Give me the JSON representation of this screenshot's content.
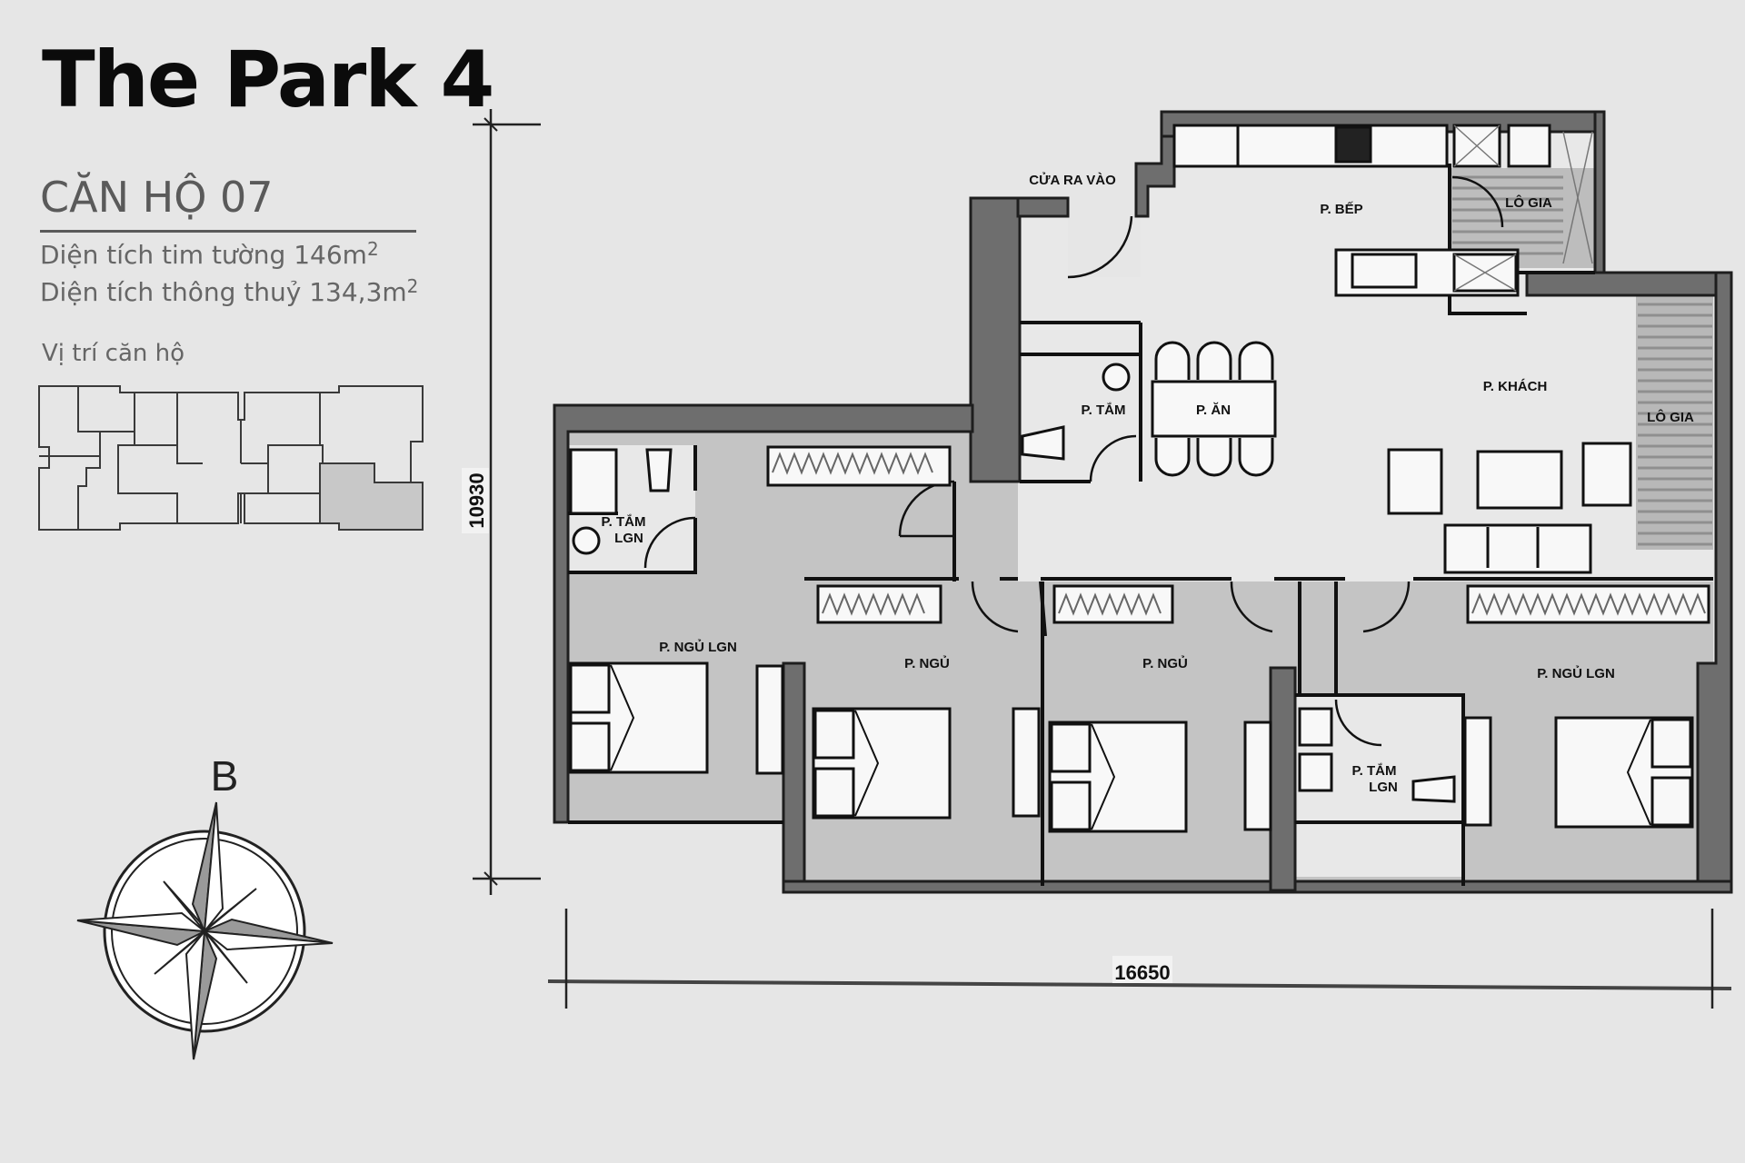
{
  "header": {
    "project_title": "The Park 4",
    "unit_title": "CĂN HỘ 07",
    "area_gross_label": "Diện tích tim tường 146m",
    "area_gross_sup": "2",
    "area_net_label": "Diện tích thông thuỷ 134,3m",
    "area_net_sup": "2",
    "key_plan_label": "Vị trí căn hộ"
  },
  "key_plan": {
    "highlighted_unit": "bottom-right",
    "highlight_color": "#c8c8c8"
  },
  "compass": {
    "north_label": "B"
  },
  "dimensions": {
    "height": "10930",
    "width": "16650"
  },
  "rooms": {
    "entrance": "CỬA RA VÀO",
    "kitchen": "P. BẾP",
    "logia_kitchen": "LÔ GIA",
    "logia_living": "LÔ GIA",
    "living": "P. KHÁCH",
    "dining": "P. ĂN",
    "bath_common": "P. TẮM",
    "bath_master_left_line1": "P. TẮM",
    "bath_master_left_line2": "LGN",
    "bedroom_master_left": "P. NGỦ LGN",
    "bedroom_2": "P. NGỦ",
    "bedroom_3": "P. NGỦ",
    "bedroom_master_right": "P. NGỦ LGN",
    "bath_master_right_line1": "P. TẮM",
    "bath_master_right_line2": "LGN"
  },
  "colors": {
    "background": "#e6e6e6",
    "wall": "#6e6e6e",
    "room_floor": "#e8e8e8",
    "bedroom_floor": "#c4c4c4",
    "furniture": "#f8f8f8",
    "ink": "#111111"
  }
}
